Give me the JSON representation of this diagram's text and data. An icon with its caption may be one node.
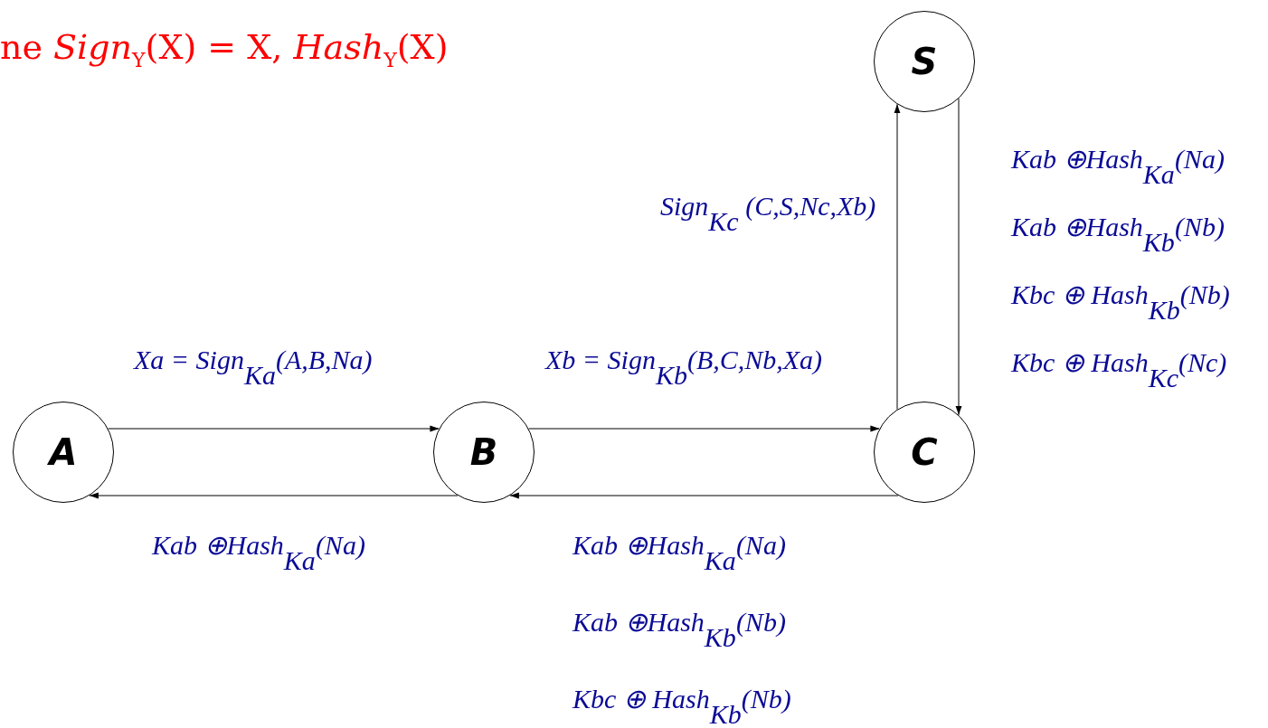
{
  "diagram": {
    "title": "ne *Sign*$_{Y}$(X) = X, *Hash*$_{Y}$(X)",
    "nodes": [
      {
        "text": [
          "A"
        ]
      },
      {
        "text": [
          "B"
        ]
      },
      {
        "text": [
          "C"
        ]
      },
      {
        "text": [
          "S"
        ]
      }
    ],
    "edges": [
      {
        "from": 0,
        "to": 1,
        "arrow": "to",
        "label": "Xa = Sign$_{Ka}$(A,B,Na)"
      },
      {
        "from": 1,
        "to": 0,
        "arrow": "to",
        "label": "Kab ⊕Hash$_{Ka}$(Na)"
      },
      {
        "from": 1,
        "to": 2,
        "arrow": "to",
        "label": "Xb = Sign$_{Kb}$(B,C,Nb,Xa)"
      },
      {
        "from": 2,
        "to": 1,
        "arrow": "to"
      },
      {
        "from": 2,
        "to": 3,
        "arrow": "to",
        "label": "Sign$_{Kc}$ (C,S,Nc,Xb)"
      },
      {
        "from": 3,
        "to": 2,
        "arrow": "to"
      }
    ],
    "labels": [
      "Kab ⊕Hash$_{Ka}$(Na)",
      "Kab ⊕Hash$_{Kb}$(Nb)",
      "Kbc ⊕ Hash$_{Kb}$(Nb)",
      "Kbc ⊕ Hash$_{Kc}$(Nc)",
      "Kab ⊕Hash$_{Ka}$(Na)",
      "Kab ⊕Hash$_{Kb}$(Nb)",
      "Kbc ⊕ Hash$_{Kb}$(Nb)"
    ]
  }
}
